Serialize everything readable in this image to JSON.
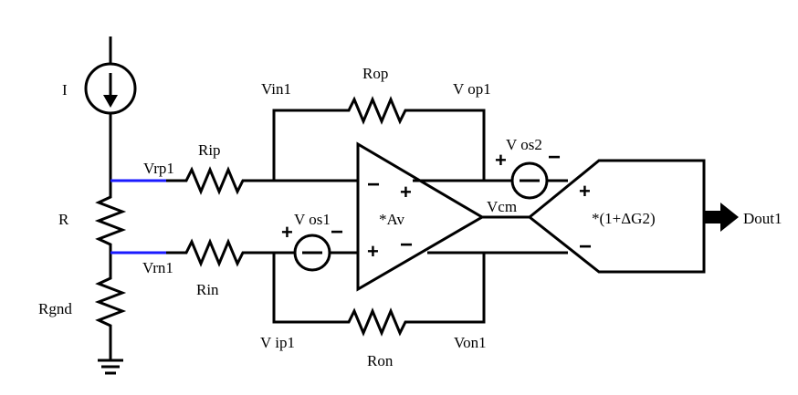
{
  "labels": {
    "current_source": "I",
    "r": "R",
    "rgnd": "Rgnd",
    "vrp": "Vrp1",
    "vrn": "Vrn1",
    "rip": "Rip",
    "rin": "Rin",
    "vin1": "Vin1",
    "rop": "Rop",
    "vop1": "V op1",
    "vos1": "V os1",
    "vos2": "V os2",
    "av": "*Av",
    "vcm": "Vcm",
    "gain": "*(1+ΔG2)",
    "dout": "Dout1",
    "vip1": "V ip1",
    "ron": "Ron",
    "von1": "Von1",
    "rnd_under": "Ron"
  },
  "signs": {
    "plus": "+",
    "minus": "−"
  },
  "colors": {
    "wire": "#000000",
    "node_highlight": "#1a1aff"
  }
}
